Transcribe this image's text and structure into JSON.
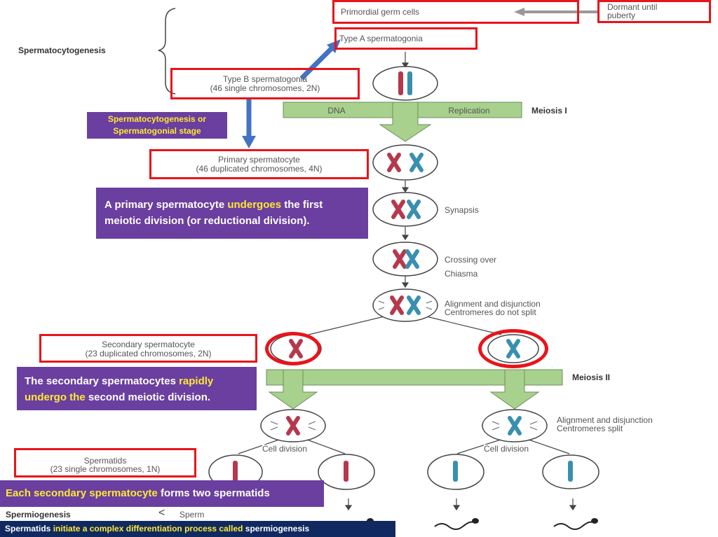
{
  "stages": {
    "primordial": "Primordial germ cells",
    "dormant_1": "Dormant until",
    "dormant_2": "puberty",
    "spermatocytogenesis": "Spermatocytogenesis",
    "type_a": "Type A spermatogonia",
    "type_b_1": "Type B spermatogonia",
    "type_b_2": "(46 single chromosomes, 2N)",
    "dna": "DNA",
    "replication": "Replication",
    "meiosis1": "Meiosis I",
    "primary_1": "Primary spermatocyte",
    "primary_2": "(46 duplicated chromosomes, 4N)",
    "synapsis": "Synapsis",
    "crossing_over": "Crossing over",
    "chiasma": "Chiasma",
    "align1_1": "Alignment and disjunction",
    "align1_2": "Centromeres do not split",
    "secondary_1": "Secondary spermatocyte",
    "secondary_2": "(23 duplicated chromosomes, 2N)",
    "meiosis2": "Meiosis II",
    "align2_1": "Alignment and disjunction",
    "align2_2": "Centromeres split",
    "cell_division_left": "Cell division",
    "cell_division_right": "Cell division",
    "spermatids_1": "Spermatids",
    "spermatids_2": "(23 single chromosomes, 1N)",
    "spermiogenesis": "Spermiogenesis",
    "sperm": "Sperm"
  },
  "callouts": {
    "c1_line1": "Spermatocytogenesis or",
    "c1_line2": "Spermatogonial stage",
    "c2_part1": "A primary spermatocyte ",
    "c2_hl1": "undergoes",
    "c2_part2": " the first meiotic  division (or reductional division).",
    "c3_hl1": "The secondary spermatocytes ",
    "c3_hl2": "rapidly undergo the",
    "c3_part1": " second meiotic division.",
    "c4_hl1": "Each secondary spermatocyte",
    "c4_part1": " forms two spermatids",
    "c5_part1": "Spermatids ",
    "c5_hl1": "initiate a complex differentiation process called",
    "c5_part2": " spermiogenesis"
  },
  "colors": {
    "highlight_box": "#e8141b",
    "callout_bg": "#6a3fa0",
    "callout_highlight": "#ffe833",
    "pointer_arrow": "#4472c4",
    "process_arrow": "#a9d18e",
    "chromosome_red": "#b5384c",
    "chromosome_blue": "#3a8fb0"
  }
}
